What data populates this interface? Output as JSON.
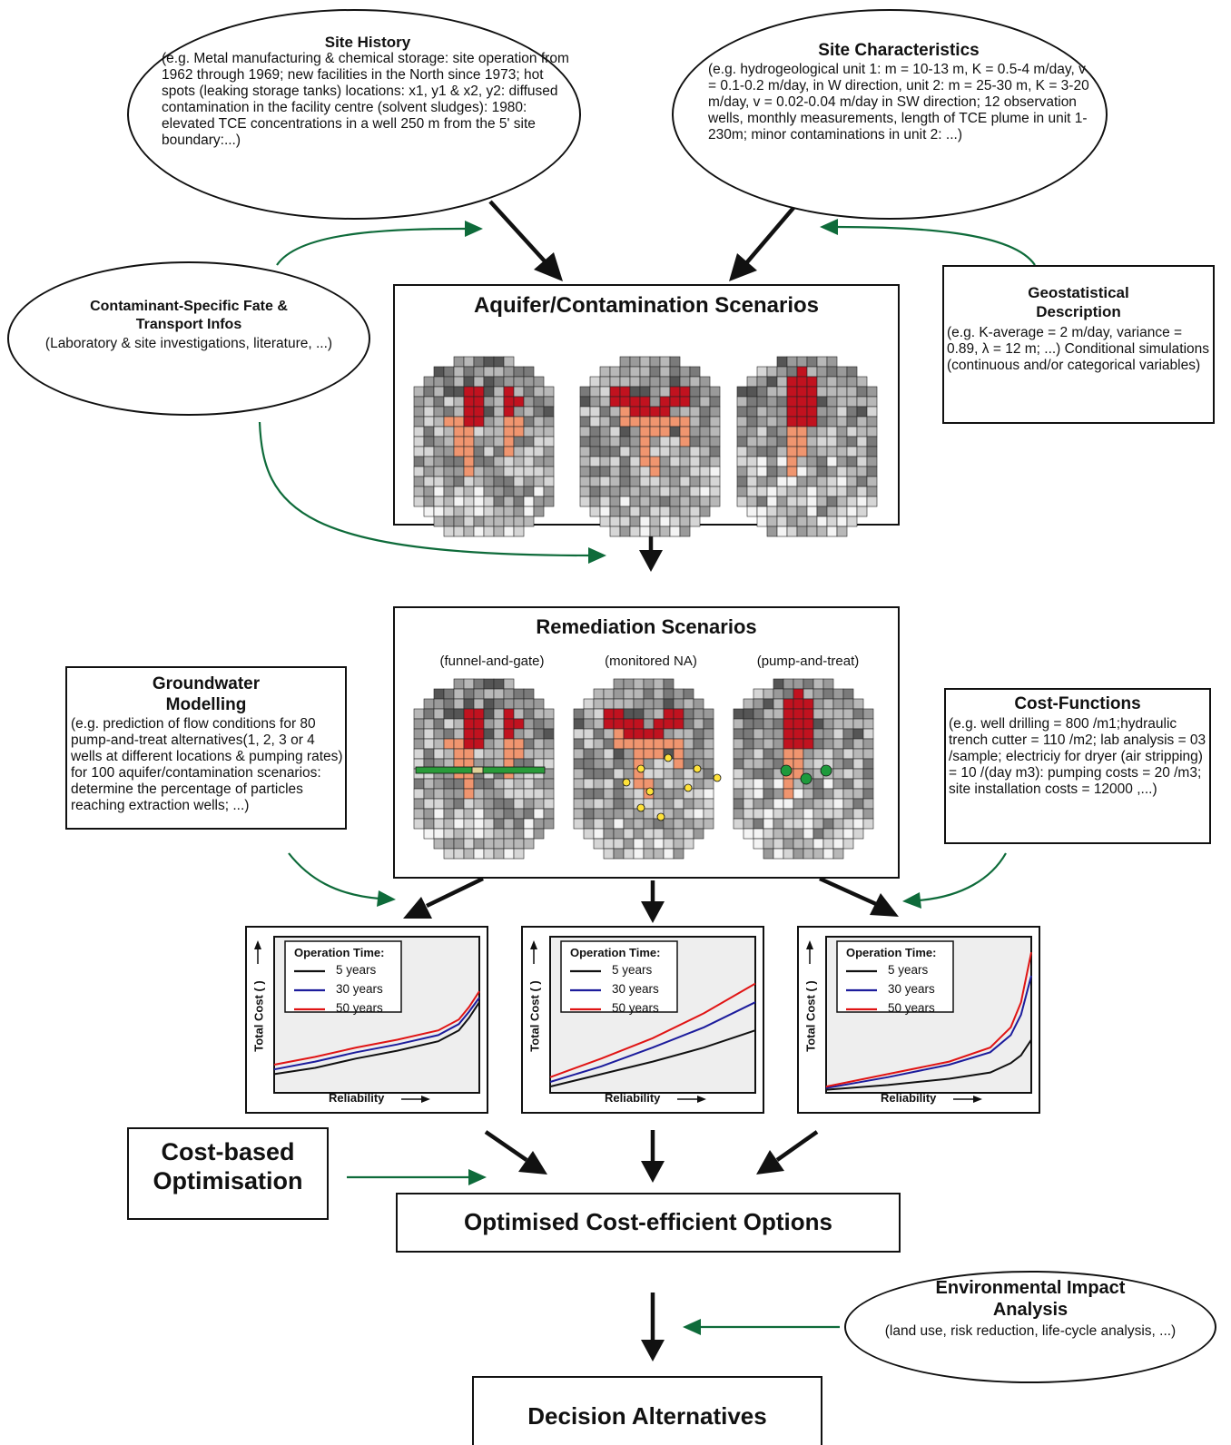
{
  "site_history": {
    "title": "Site History",
    "body": "(e.g. Metal manufacturing & chemical storage: site operation from 1962 through 1969; new facilities in the North since 1973; hot spots (leaking storage tanks) locations: x1, y1 & x2, y2: diffused contamination in the facility centre (solvent sludges): 1980: elevated TCE concentrations in a well 250 m from the 5' site boundary:...)"
  },
  "site_characteristics": {
    "title": "Site Characteristics",
    "body": "(e.g. hydrogeological unit 1: m = 10-13 m, K = 0.5-4 m/day, v = 0.1-0.2 m/day, in W direction, unit 2: m = 25-30 m, K = 3-20 m/day, v = 0.02-0.04 m/day in SW direction; 12 observation wells, monthly measurements, length of TCE plume in unit 1-230m; minor contaminations in unit 2: ...)"
  },
  "fate_transport": {
    "title": "Contaminant-Specific Fate & Transport Infos",
    "body": "(Laboratory & site investigations, literature, ...)"
  },
  "geostatistical": {
    "title": "Geostatistical Description",
    "body": "(e.g. K-average = 2 m/day, variance = 0.89, λ = 12 m; ...) Conditional simulations (continuous and/or categorical variables)"
  },
  "aquifer_scenarios": {
    "title": "Aquifer/Contamination Scenarios"
  },
  "remediation_scenarios": {
    "title": "Remediation Scenarios",
    "panels": [
      "(funnel-and-gate)",
      "(monitored NA)",
      "(pump-and-treat)"
    ]
  },
  "groundwater_modelling": {
    "title": "Groundwater Modelling",
    "body": "(e.g. prediction of flow conditions for 80 pump-and-treat alternatives(1, 2, 3 or 4 wells at different locations & pumping rates) for 100 aquifer/contamination scenarios: determine the percentage of particles reaching extraction wells; ...)"
  },
  "cost_functions": {
    "title": "Cost-Functions",
    "body": "(e.g. well drilling = 800 /m1;hydraulic trench cutter = 110 /m2; lab analysis = 03 /sample; electriciy for dryer (air stripping) = 10 /(day m3): pumping costs = 20 /m3; site installation costs = 12000 ,...)"
  },
  "cost_optimisation": {
    "title": "Cost-based Optimisation"
  },
  "optimised_options": {
    "title": "Optimised Cost-efficient Options"
  },
  "environmental_impact": {
    "title": "Environmental Impact Analysis",
    "body": "(land use, risk reduction, life-cycle analysis, ...)"
  },
  "decision_alternatives": {
    "title": "Decision Alternatives"
  },
  "colors": {
    "arrow_black": "#111111",
    "arrow_green": "#0e6b3a",
    "hot": "#c1121f",
    "plume": "#f0956f",
    "series_5": "#111111",
    "series_30": "#1c1c9c",
    "series_50": "#e01414",
    "chart_bg": "#eeeeee"
  },
  "chart_data": [
    {
      "type": "line",
      "xlabel": "Reliability",
      "ylabel": "Total Cost ( )",
      "legend_title": "Operation Time:",
      "series": [
        {
          "name": "5 years",
          "values": [
            [
              0,
              0.12
            ],
            [
              0.2,
              0.16
            ],
            [
              0.4,
              0.22
            ],
            [
              0.6,
              0.27
            ],
            [
              0.8,
              0.33
            ],
            [
              0.9,
              0.4
            ],
            [
              0.95,
              0.48
            ],
            [
              1.0,
              0.58
            ]
          ]
        },
        {
          "name": "30 years",
          "values": [
            [
              0,
              0.15
            ],
            [
              0.2,
              0.2
            ],
            [
              0.4,
              0.26
            ],
            [
              0.6,
              0.31
            ],
            [
              0.8,
              0.37
            ],
            [
              0.9,
              0.44
            ],
            [
              0.95,
              0.52
            ],
            [
              1.0,
              0.61
            ]
          ]
        },
        {
          "name": "50 years",
          "values": [
            [
              0,
              0.18
            ],
            [
              0.2,
              0.23
            ],
            [
              0.4,
              0.29
            ],
            [
              0.6,
              0.34
            ],
            [
              0.8,
              0.4
            ],
            [
              0.9,
              0.47
            ],
            [
              0.95,
              0.55
            ],
            [
              1.0,
              0.65
            ]
          ]
        }
      ]
    },
    {
      "type": "line",
      "xlabel": "Reliability",
      "ylabel": "Total Cost ( )",
      "legend_title": "Operation Time:",
      "series": [
        {
          "name": "5 years",
          "values": [
            [
              0,
              0.04
            ],
            [
              0.25,
              0.12
            ],
            [
              0.5,
              0.2
            ],
            [
              0.75,
              0.29
            ],
            [
              1.0,
              0.4
            ]
          ]
        },
        {
          "name": "30 years",
          "values": [
            [
              0,
              0.07
            ],
            [
              0.25,
              0.17
            ],
            [
              0.5,
              0.29
            ],
            [
              0.75,
              0.42
            ],
            [
              1.0,
              0.58
            ]
          ]
        },
        {
          "name": "50 years",
          "values": [
            [
              0,
              0.1
            ],
            [
              0.25,
              0.22
            ],
            [
              0.5,
              0.35
            ],
            [
              0.75,
              0.51
            ],
            [
              1.0,
              0.7
            ]
          ]
        }
      ]
    },
    {
      "type": "line",
      "xlabel": "Reliability",
      "ylabel": "Total Cost ( )",
      "legend_title": "Operation Time:",
      "series": [
        {
          "name": "5 years",
          "values": [
            [
              0,
              0.02
            ],
            [
              0.3,
              0.05
            ],
            [
              0.6,
              0.09
            ],
            [
              0.8,
              0.13
            ],
            [
              0.9,
              0.19
            ],
            [
              0.95,
              0.24
            ],
            [
              1.0,
              0.34
            ]
          ]
        },
        {
          "name": "30 years",
          "values": [
            [
              0,
              0.03
            ],
            [
              0.3,
              0.1
            ],
            [
              0.6,
              0.18
            ],
            [
              0.8,
              0.26
            ],
            [
              0.9,
              0.37
            ],
            [
              0.95,
              0.5
            ],
            [
              1.0,
              0.75
            ]
          ]
        },
        {
          "name": "50 years",
          "values": [
            [
              0,
              0.04
            ],
            [
              0.3,
              0.12
            ],
            [
              0.6,
              0.2
            ],
            [
              0.8,
              0.29
            ],
            [
              0.9,
              0.42
            ],
            [
              0.95,
              0.58
            ],
            [
              1.0,
              0.9
            ]
          ]
        }
      ]
    }
  ]
}
